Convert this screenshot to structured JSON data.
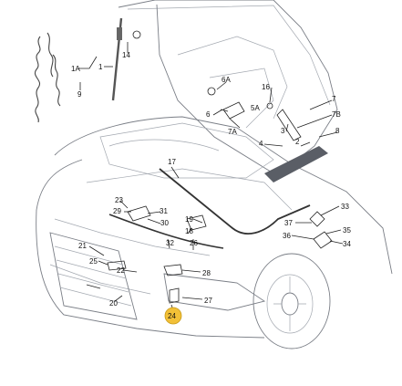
{
  "diagram": {
    "part_labels": [
      {
        "id": "p1",
        "text": "1A"
      },
      {
        "id": "p2",
        "text": "1"
      },
      {
        "id": "p3",
        "text": "14"
      },
      {
        "id": "p4",
        "text": "9"
      },
      {
        "id": "p5",
        "text": "6A"
      },
      {
        "id": "p6",
        "text": "16"
      },
      {
        "id": "p7",
        "text": "5A"
      },
      {
        "id": "p8",
        "text": "6"
      },
      {
        "id": "p9",
        "text": "7A"
      },
      {
        "id": "p10",
        "text": "7"
      },
      {
        "id": "p11",
        "text": "7B"
      },
      {
        "id": "p12",
        "text": "3"
      },
      {
        "id": "p13",
        "text": "2"
      },
      {
        "id": "p14",
        "text": "4"
      },
      {
        "id": "p15",
        "text": "8"
      },
      {
        "id": "p16",
        "text": "17"
      },
      {
        "id": "p17",
        "text": "23"
      },
      {
        "id": "p18",
        "text": "29"
      },
      {
        "id": "p19",
        "text": "31"
      },
      {
        "id": "p20",
        "text": "30"
      },
      {
        "id": "p21",
        "text": "19"
      },
      {
        "id": "p22",
        "text": "18"
      },
      {
        "id": "p23",
        "text": "32"
      },
      {
        "id": "p24",
        "text": "26"
      },
      {
        "id": "p25",
        "text": "21"
      },
      {
        "id": "p26",
        "text": "25"
      },
      {
        "id": "p27",
        "text": "22"
      },
      {
        "id": "p28",
        "text": "20"
      },
      {
        "id": "p29",
        "text": "28"
      },
      {
        "id": "p30",
        "text": "27"
      },
      {
        "id": "p31",
        "text": "24"
      },
      {
        "id": "p32",
        "text": "33"
      },
      {
        "id": "p33",
        "text": "37"
      },
      {
        "id": "p34",
        "text": "35"
      },
      {
        "id": "p35",
        "text": "36"
      },
      {
        "id": "p36",
        "text": "34"
      }
    ],
    "highlight_color": "#f2c037",
    "line_color": "#222222",
    "body_color": "#7a7e86"
  }
}
